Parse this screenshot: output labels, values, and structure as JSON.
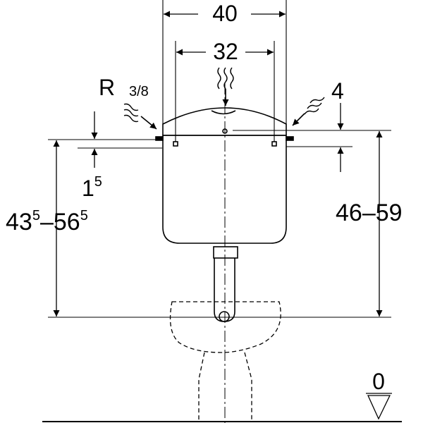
{
  "diagram": {
    "dimensions": {
      "width_outer": "40",
      "width_inner": "32",
      "thread": {
        "prefix": "R",
        "fraction": "3/8"
      },
      "top_offset": "4",
      "left_offset": {
        "base": "1",
        "sup": "5"
      },
      "left_height": {
        "part1": "43",
        "sup1": "5",
        "dash": "–",
        "part2": "56",
        "sup2": "5"
      },
      "right_height": "46–59",
      "floor_level": "0"
    }
  }
}
